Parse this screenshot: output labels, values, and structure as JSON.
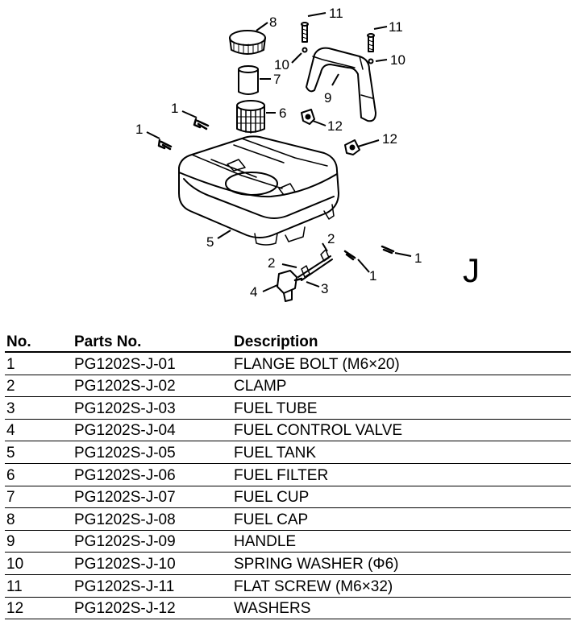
{
  "section_letter": "J",
  "callouts": [
    "8",
    "11",
    "11",
    "10",
    "10",
    "7",
    "9",
    "6",
    "1",
    "1",
    "12",
    "12",
    "5",
    "2",
    "2",
    "1",
    "1",
    "4",
    "3"
  ],
  "table": {
    "headers": {
      "no": "No.",
      "part": "Parts No.",
      "desc": "Description"
    },
    "rows": [
      {
        "no": "1",
        "part": "PG1202S-J-01",
        "desc": "FLANGE BOLT (M6×20)"
      },
      {
        "no": "2",
        "part": "PG1202S-J-02",
        "desc": "CLAMP"
      },
      {
        "no": "3",
        "part": "PG1202S-J-03",
        "desc": "FUEL TUBE"
      },
      {
        "no": "4",
        "part": "PG1202S-J-04",
        "desc": "FUEL CONTROL VALVE"
      },
      {
        "no": "5",
        "part": "PG1202S-J-05",
        "desc": "FUEL TANK"
      },
      {
        "no": "6",
        "part": "PG1202S-J-06",
        "desc": "FUEL FILTER"
      },
      {
        "no": "7",
        "part": "PG1202S-J-07",
        "desc": "FUEL CUP"
      },
      {
        "no": "8",
        "part": "PG1202S-J-08",
        "desc": "FUEL CAP"
      },
      {
        "no": "9",
        "part": "PG1202S-J-09",
        "desc": "HANDLE"
      },
      {
        "no": "10",
        "part": "PG1202S-J-10",
        "desc": "SPRING WASHER (Φ6)"
      },
      {
        "no": "11",
        "part": "PG1202S-J-11",
        "desc": "FLAT SCREW (M6×32)"
      },
      {
        "no": "12",
        "part": "PG1202S-J-12",
        "desc": "WASHERS"
      }
    ]
  }
}
